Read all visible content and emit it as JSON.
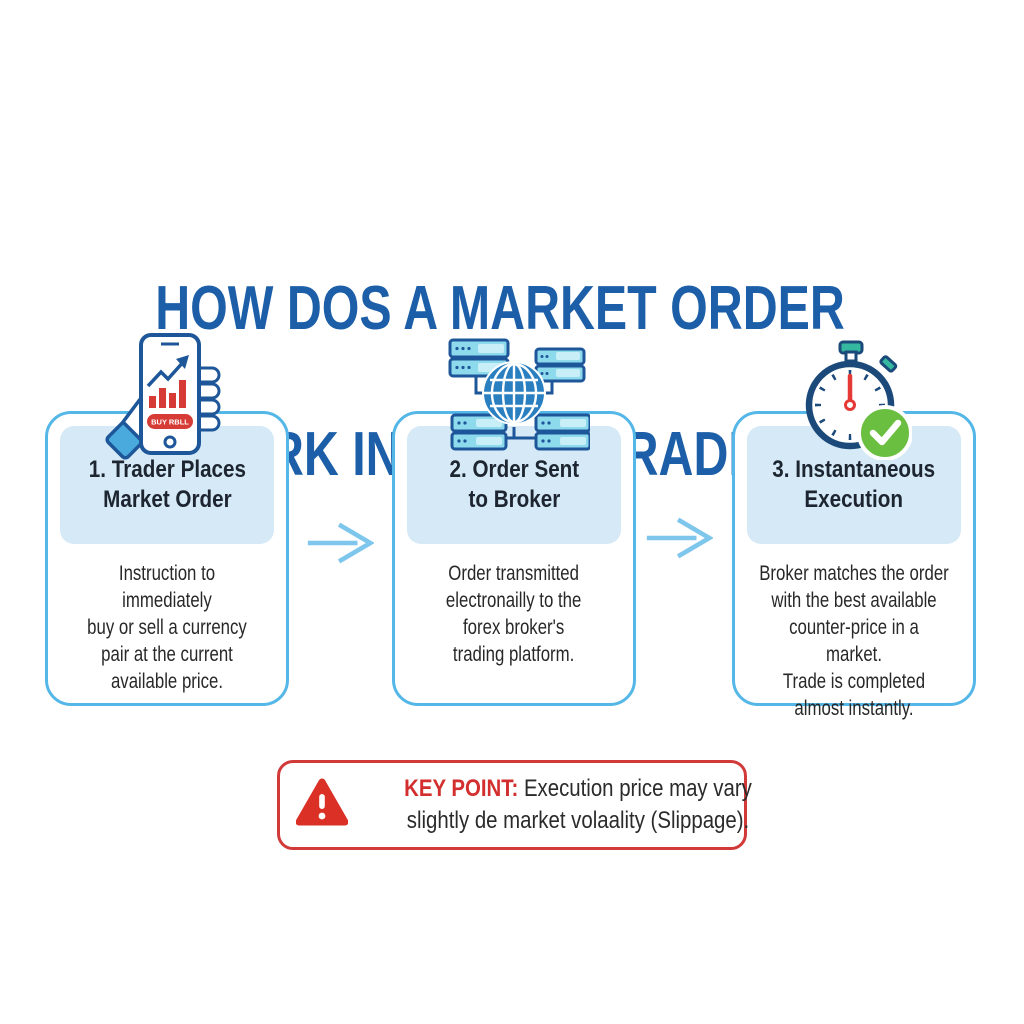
{
  "title": {
    "line1": "HOW DOS A MARKET ORDER",
    "line2": "WORK IN FOREX TRADING"
  },
  "steps": [
    {
      "number": "1",
      "icon": "phone-chart-icon",
      "heading": "1. Trader Places\nMarket Order",
      "body": "Instruction to immediately\nbuy or sell a currency\npair at the current\navailable price.",
      "phone_button_label": "BUY RBLL"
    },
    {
      "number": "2",
      "icon": "network-globe-icon",
      "heading": "2. Order Sent\nto Broker",
      "body": "Order transmitted\nelectronailly to the\nforex broker's\ntrading platform."
    },
    {
      "number": "3",
      "icon": "stopwatch-check-icon",
      "heading": "3. Instantaneous\nExecution",
      "body": "Broker matches the order\nwith the best available\ncounter-price in a market.\nTrade is completed\nalmost instantly."
    }
  ],
  "key_point": {
    "icon": "warning-triangle-icon",
    "label": "KEY POINT:",
    "text": " Execution price may vary slightly de market volaality (Slippage)."
  },
  "colors": {
    "title_blue": "#1c5fa8",
    "card_border": "#54b7e7",
    "header_fill": "#d5e9f7",
    "body_text": "#282828",
    "arrow_blue": "#7ec6ec",
    "alert_red": "#d32f2f",
    "icon_outline_blue": "#1e5799",
    "icon_red": "#d63b35",
    "check_green": "#6abf40",
    "teal_button": "#35b8a0"
  }
}
